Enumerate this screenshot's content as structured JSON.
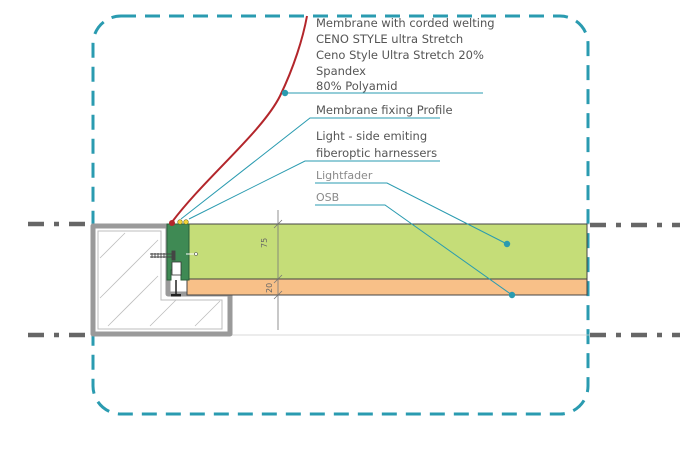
{
  "colors": {
    "detail_outline": "#2a9bb0",
    "leader_line": "#2a9bb0",
    "membrane": "#b3262b",
    "lightfader_fill": "#c5dd78",
    "osb_fill": "#f8c088",
    "profile_fill": "#3f8a54",
    "wall_section": "#9a9a9a",
    "centerline": "#666666"
  },
  "labels": {
    "membrane_line1": "Membrane with corded welting",
    "membrane_line2": "CENO STYLE ultra Stretch",
    "membrane_line3": "Ceno Style Ultra Stretch 20%",
    "membrane_line4": "Spandex",
    "membrane_line5": "80% Polyamid",
    "fixing_profile": "Membrane fixing Profile",
    "light_line1": "Light - side emiting",
    "light_line2": "fiberoptic harnessers",
    "lightfader": "Lightfader",
    "osb": "OSB"
  },
  "dimensions": {
    "lightfader_thickness": "75",
    "osb_thickness": "20"
  },
  "icons": {
    "leader_end": "dot-marker",
    "screw": "screw-icon",
    "light_emitter": "led-marker"
  }
}
